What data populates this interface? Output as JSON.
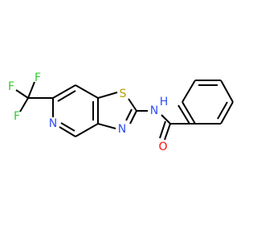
{
  "molecule": {
    "atoms": {
      "f_top": "F",
      "f_left": "F",
      "f_bottom": "F",
      "n_pyridine": "N",
      "s_thiazole": "S",
      "n_thiazole": "N",
      "n_amide": "N",
      "h_amide": "H",
      "o_carbonyl": "O"
    },
    "colors": {
      "bond": "#000000",
      "fluorine": "#33cc33",
      "nitrogen": "#3050f8",
      "oxygen": "#ff0d0d",
      "sulfur": "#b8a000"
    }
  }
}
